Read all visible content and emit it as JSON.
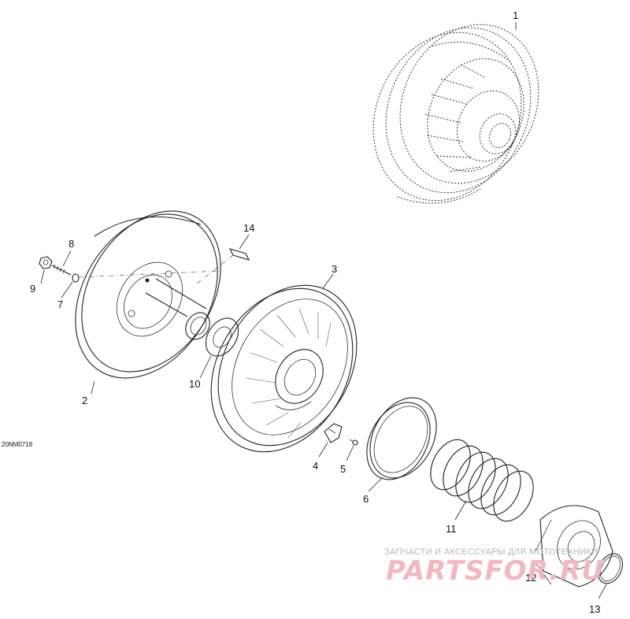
{
  "drawing_code": "20NM0718",
  "callouts": {
    "c1": "1",
    "c2": "2",
    "c3": "3",
    "c4": "4",
    "c5": "5",
    "c6": "6",
    "c7": "7",
    "c8": "8",
    "c9": "9",
    "c10": "10",
    "c11": "11",
    "c12": "12",
    "c13": "13",
    "c14": "14"
  },
  "watermark": {
    "tagline": "ЗАПЧАСТИ И АКСЕССУАРЫ ДЛЯ МОТОТЕХНИКИ",
    "brand": "PARTSFOR.RU",
    "color": "#f3b8bf"
  }
}
